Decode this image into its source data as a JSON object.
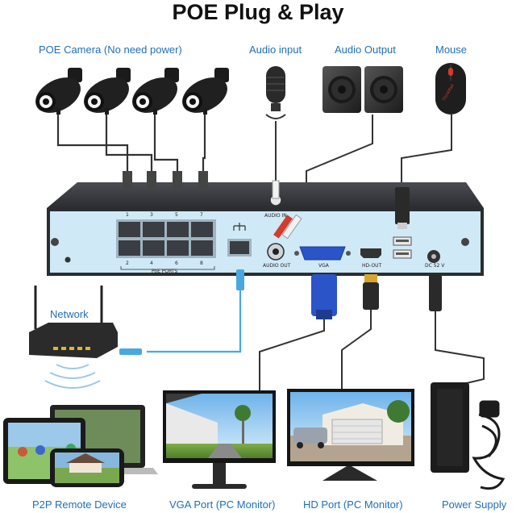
{
  "title": "POE Plug & Play",
  "labels": {
    "poe_camera": "POE Camera (No need power)",
    "audio_input": "Audio input",
    "audio_output": "Audio Output",
    "mouse": "Mouse",
    "network": "Network",
    "p2p": "P2P  Remote Device",
    "vga_port": "VGA Port (PC Monitor)",
    "hd_port": "HD Port (PC Monitor)",
    "power_supply": "Power Supply"
  },
  "panel": {
    "port_top": [
      "1",
      "3",
      "5",
      "7"
    ],
    "port_bottom": [
      "2",
      "4",
      "6",
      "8"
    ],
    "poe_ports": "PoE PORTS",
    "audio_in": "AUDIO IN",
    "audio_out": "AUDIO OUT",
    "vga": "VGA",
    "hd_out": "HD-OUT",
    "dc": "DC 52 V",
    "mouse_brand": "ThinkPad"
  },
  "colors": {
    "label": "#1f6fb8",
    "panel": "#cfe9f7",
    "cable": "#3a3a3a",
    "ethernet_blue": "#4aa8e0",
    "vga_blue": "#2a54c8",
    "audio_red": "#d63a2b"
  }
}
